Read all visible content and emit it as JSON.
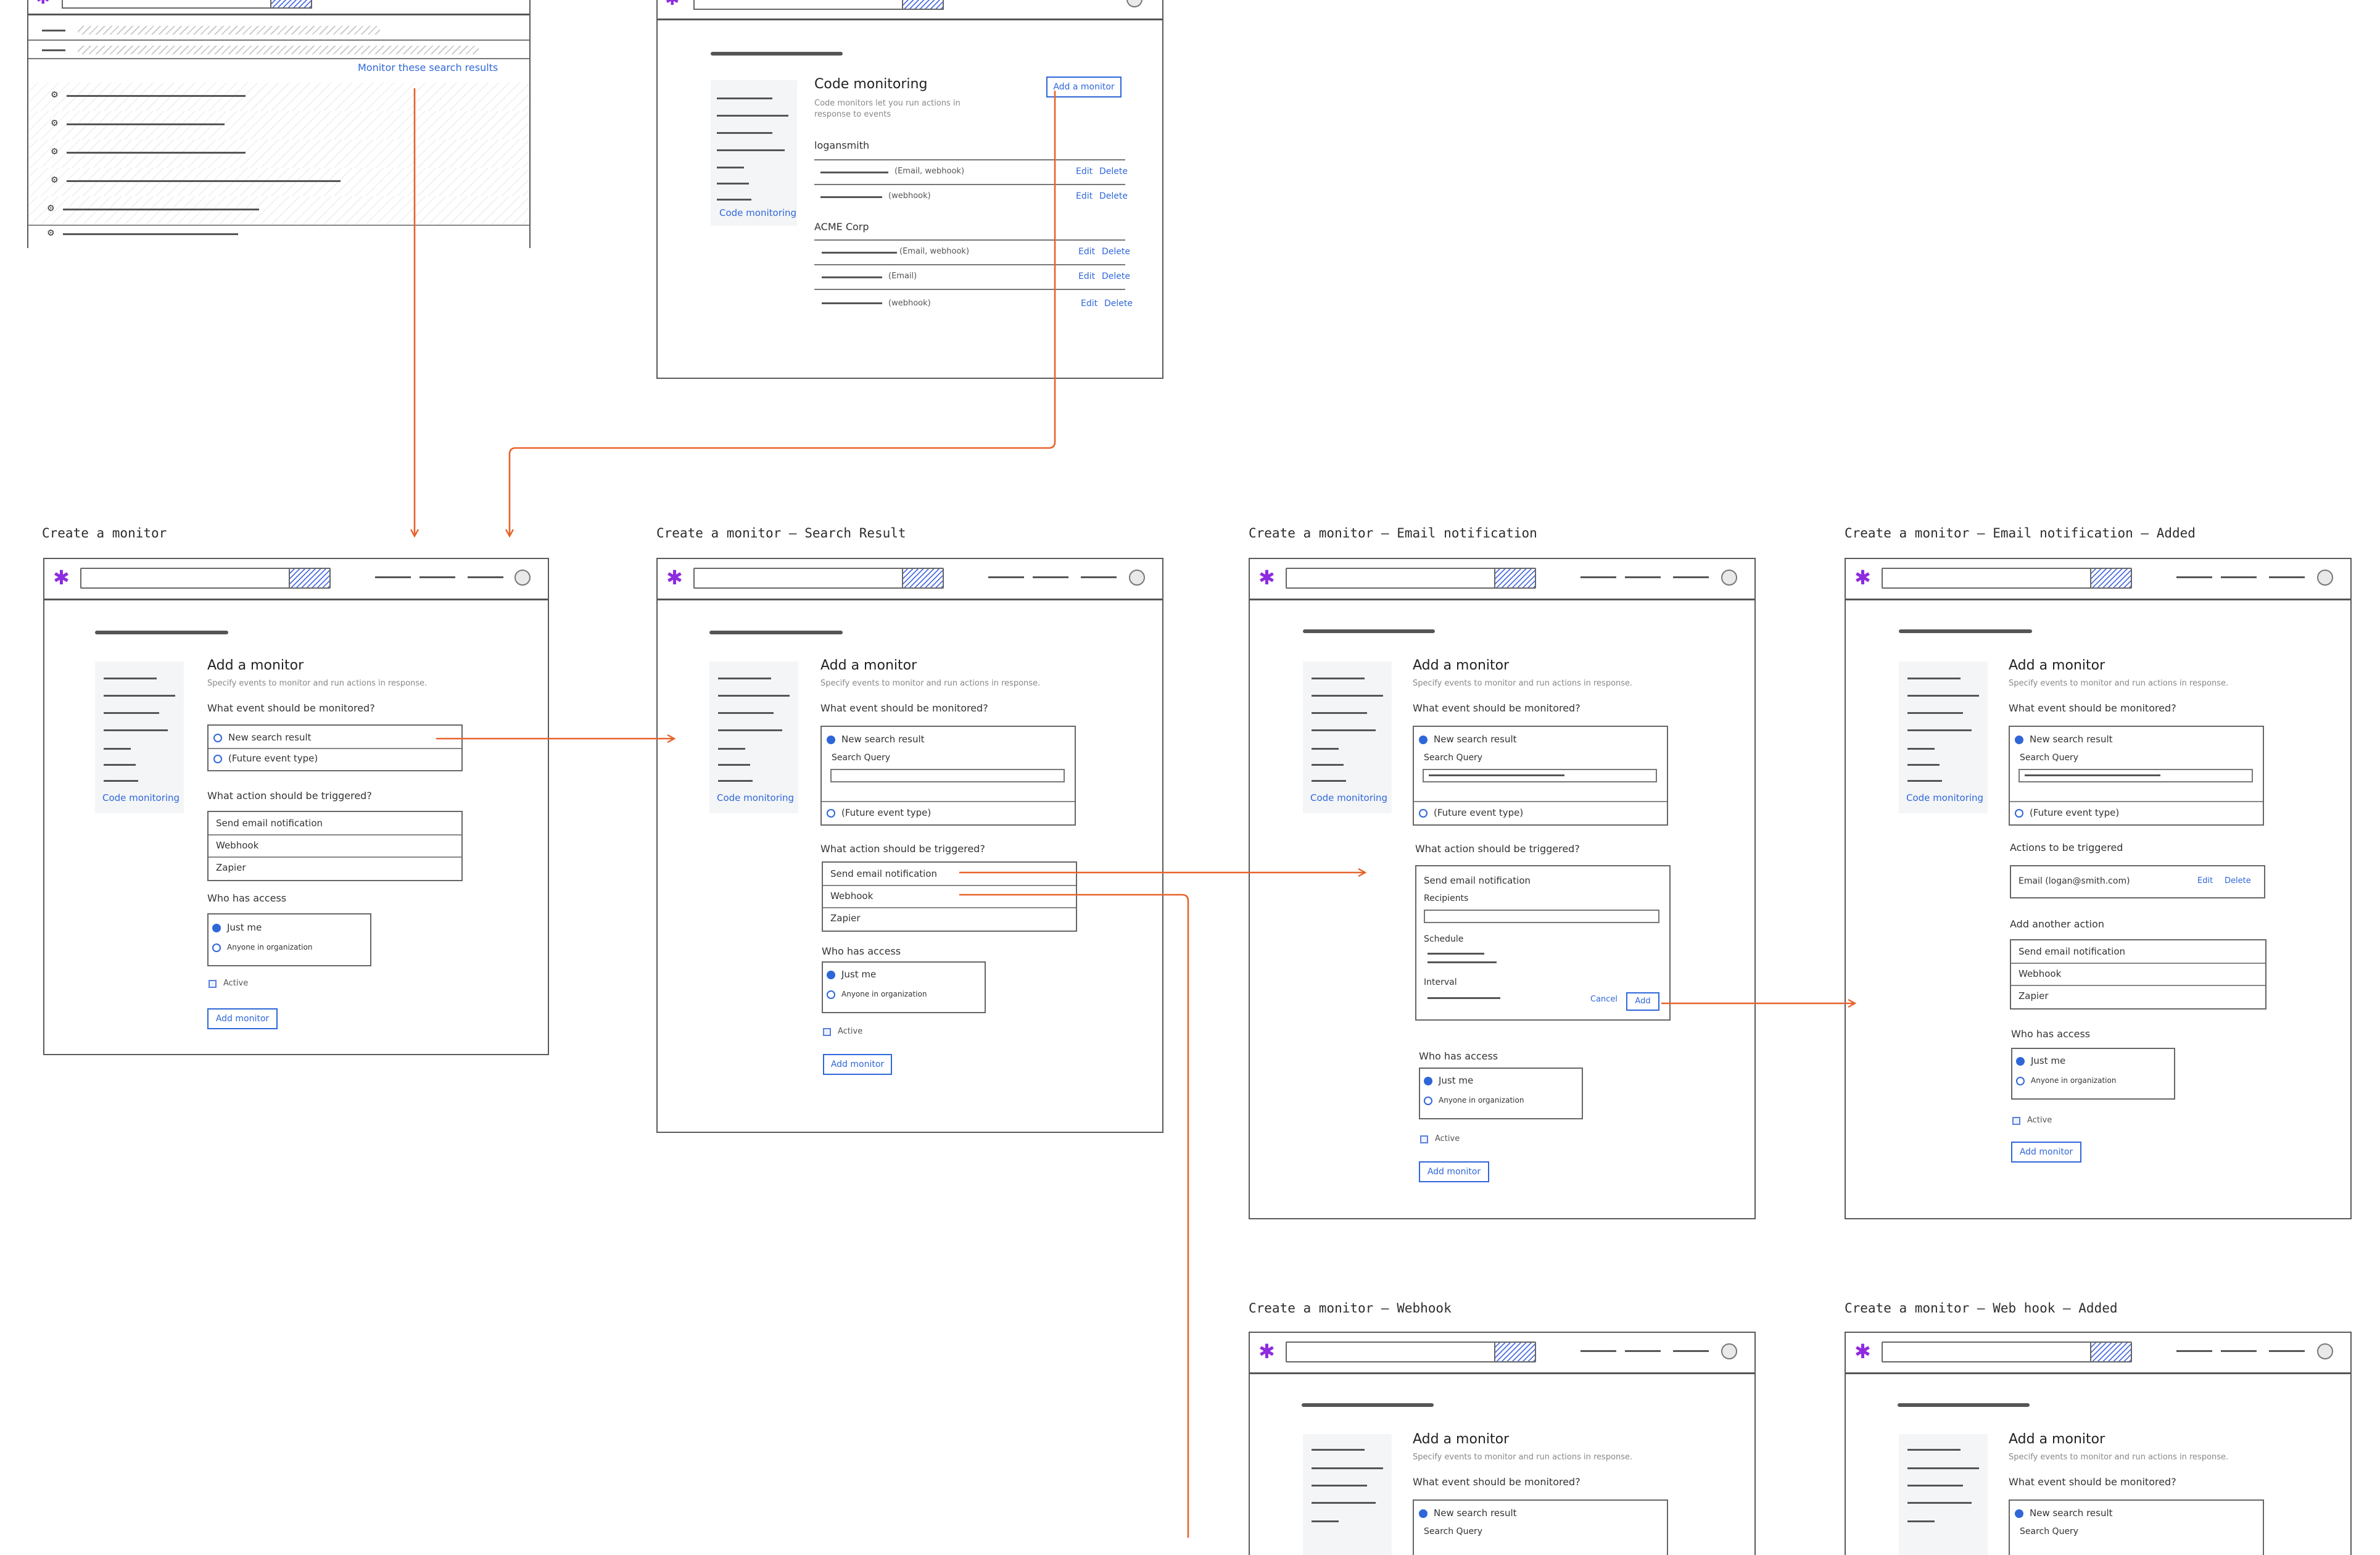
{
  "colors": {
    "accent": "#2f67d9",
    "arrow": "#e8622c",
    "logo": "#8e2be0",
    "stroke": "#555555"
  },
  "icons": {
    "logo": "asterisk-icon",
    "avatar": "user-avatar-icon",
    "radio": "radio-icon",
    "checkbox": "checkbox-icon"
  },
  "top": {
    "monitor_link": "Monitor these search results"
  },
  "cm": {
    "title": "Code monitoring",
    "sub1": "Code monitors let you run actions in",
    "sub2": "response to events",
    "add_btn": "Add a monitor",
    "sidebar_link": "Code monitoring",
    "group1": "logansmith",
    "group2": "ACME Corp",
    "rows1": [
      "(Email, webhook)",
      "(webhook)"
    ],
    "rows2": [
      "(Email, webhook)",
      "(Email)",
      "(webhook)"
    ],
    "edit": "Edit",
    "delete": "Delete"
  },
  "common": {
    "add_title": "Add a monitor",
    "add_sub": "Specify events to monitor and run actions in response.",
    "q_event": "What event should be monitored?",
    "opt_new": "New search result",
    "opt_future": "(Future event type)",
    "search_query": "Search Query",
    "q_action": "What action should be triggered?",
    "act_email": "Send email notification",
    "act_webhook": "Webhook",
    "act_zapier": "Zapier",
    "q_access": "Who has access",
    "acc_me": "Just me",
    "acc_org": "Anyone in organization",
    "active": "Active",
    "add_btn": "Add monitor",
    "sidebar_link": "Code monitoring",
    "recipients": "Recipients",
    "schedule": "Schedule",
    "interval": "Interval",
    "cancel": "Cancel",
    "add": "Add",
    "actions_triggered": "Actions to be triggered",
    "email_logan": "Email (logan@smith.com)",
    "edit": "Edit",
    "delete": "Delete",
    "add_another": "Add another action"
  },
  "frames": {
    "create": "Create a monitor",
    "search": "Create a monitor — Search Result",
    "email": "Create a monitor — Email notification",
    "email_added": "Create a monitor — Email notification — Added",
    "webhook": "Create a monitor — Webhook",
    "webhook_added": "Create a monitor — Web hook — Added"
  }
}
